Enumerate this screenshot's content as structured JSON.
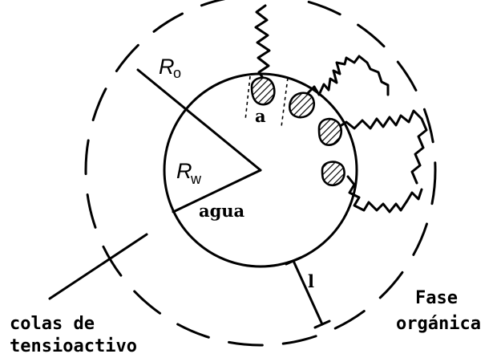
{
  "labels": {
    "r_outer": "R",
    "r_outer_sub": "o",
    "r_water": "R",
    "r_water_sub": "w",
    "water": "agua",
    "head_area": "a",
    "tail_length": "l",
    "organic_line1": "Fase",
    "organic_line2": "orgánica",
    "tails_line1": "colas de",
    "tails_line2": "tensioactivo"
  }
}
